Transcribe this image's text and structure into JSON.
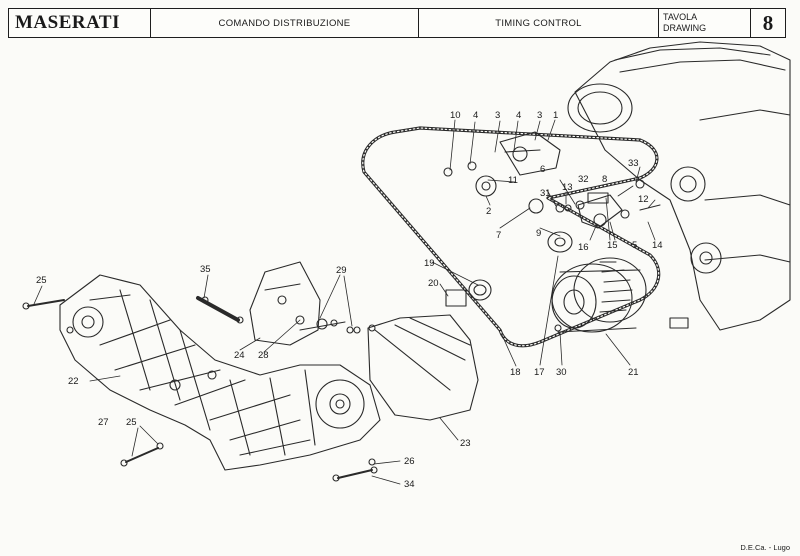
{
  "header": {
    "brand": "MASERATI",
    "title_it": "COMANDO DISTRIBUZIONE",
    "title_en": "TIMING CONTROL",
    "drawing_label_it": "TAVOLA",
    "drawing_label_en": "DRAWING",
    "drawing_number": "8"
  },
  "footer": {
    "credit": "D.E.Ca. - Lugo"
  },
  "callouts": {
    "c1": "1",
    "c2": "2",
    "c3a": "3",
    "c3b": "3",
    "c4": "4",
    "c5": "5",
    "c6": "6",
    "c7": "7",
    "c8": "8",
    "c9": "9",
    "c10": "10",
    "c11": "11",
    "c12": "12",
    "c13": "13",
    "c14": "14",
    "c15": "15",
    "c16": "16",
    "c17": "17",
    "c18": "18",
    "c19": "19",
    "c20": "20",
    "c21": "21",
    "c22": "22",
    "c23": "23",
    "c24": "24",
    "c25a": "25",
    "c25b": "25",
    "c26": "26",
    "c27": "27",
    "c28": "28",
    "c29": "29",
    "c30": "30",
    "c31": "31",
    "c32": "32",
    "c33": "33",
    "c34": "34",
    "c35": "35"
  }
}
